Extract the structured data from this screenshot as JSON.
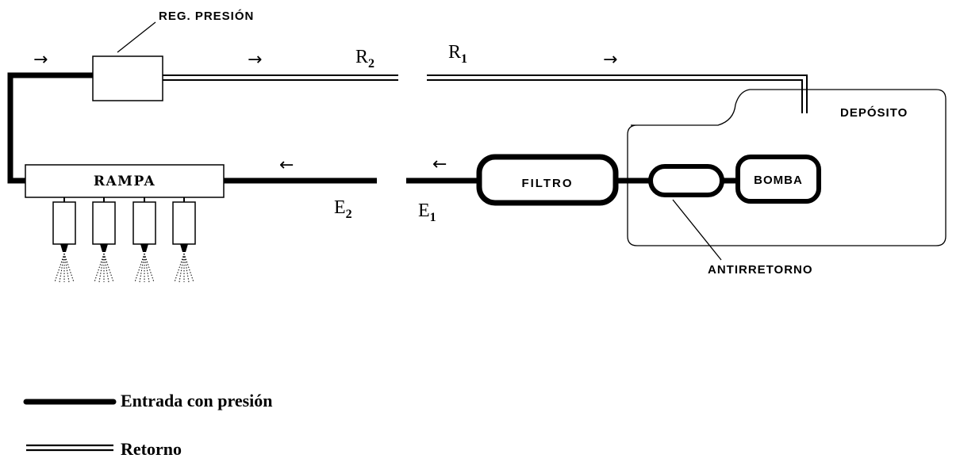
{
  "labels": {
    "reg_presion": "REG. PRESIÓN",
    "rampa": "RAMPA",
    "filtro": "FILTRO",
    "bomba": "BOMBA",
    "deposito": "DEPÓSITO",
    "antirretorno": "ANTIRRETORNO",
    "r2": "R",
    "r2_sub": "2",
    "r1": "R",
    "r1_sub": "1",
    "e2": "E",
    "e2_sub": "2",
    "e1": "E",
    "e1_sub": "1"
  },
  "arrows": {
    "right": "→",
    "left": "←"
  },
  "legend": {
    "pressure_line": "Entrada con presión",
    "return_line": "Retorno"
  }
}
